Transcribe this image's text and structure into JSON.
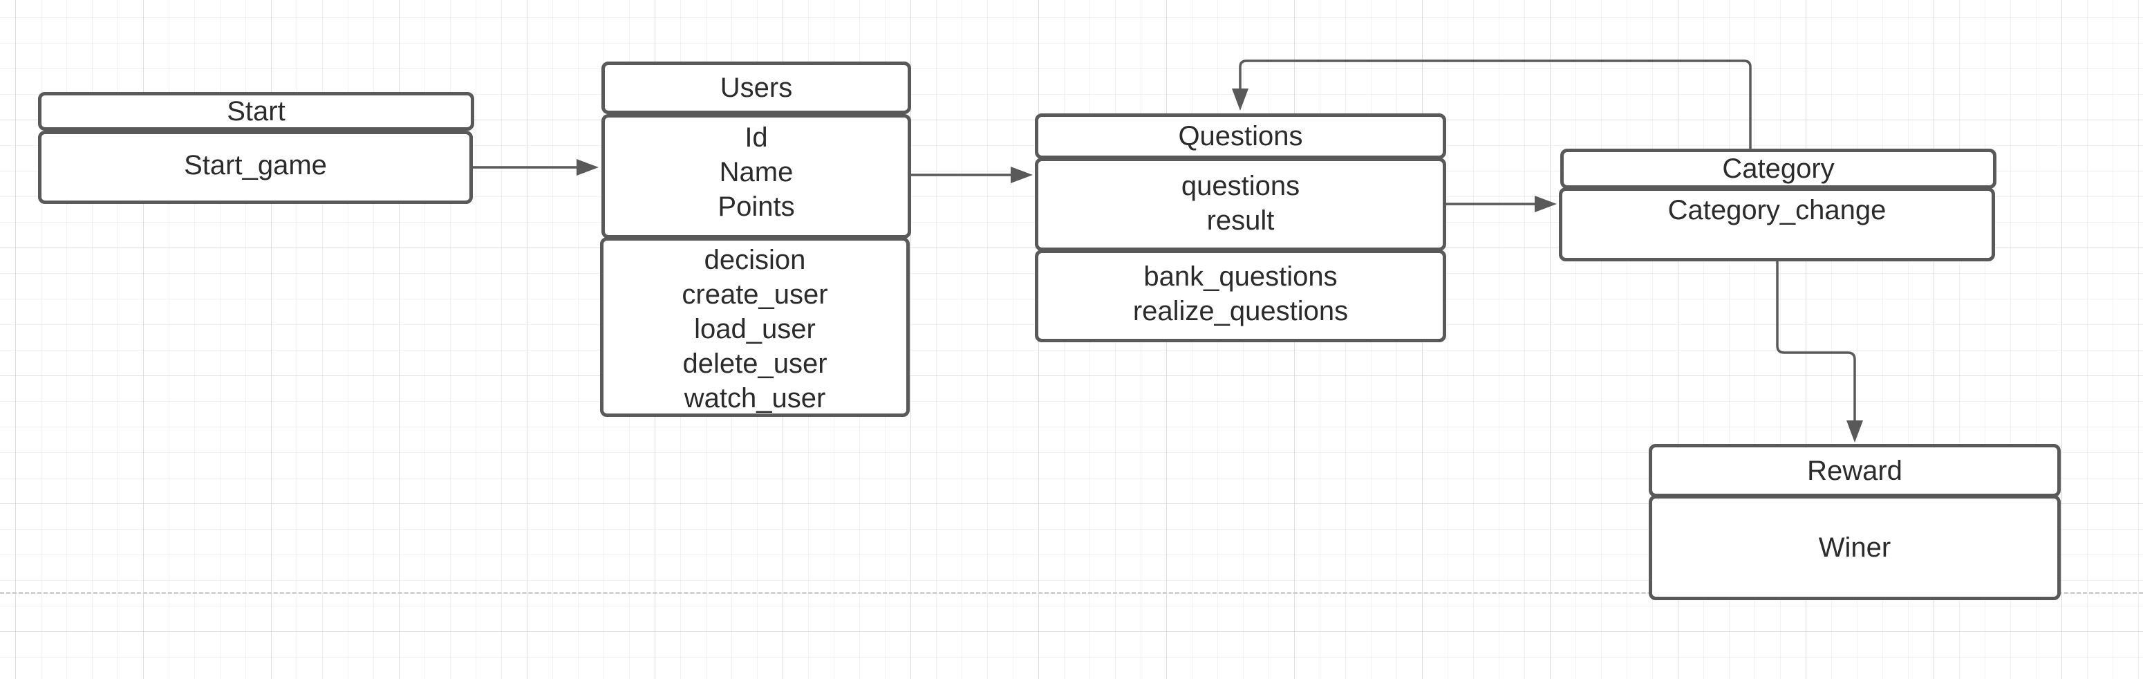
{
  "diagram": {
    "start": {
      "title": "Start",
      "attributes": [
        "Start_game"
      ]
    },
    "users": {
      "title": "Users",
      "attributes": [
        "Id",
        "Name",
        "Points"
      ],
      "methods": [
        "decision",
        "create_user",
        "load_user",
        "delete_user",
        "watch_user"
      ]
    },
    "questions": {
      "title": "Questions",
      "attributes": [
        "questions",
        "result"
      ],
      "methods": [
        "bank_questions",
        "realize_questions"
      ]
    },
    "category": {
      "title": "Category",
      "attributes": [
        "Category_change"
      ]
    },
    "reward": {
      "title": "Reward",
      "attributes": [
        "Winer"
      ]
    }
  },
  "colors": {
    "stroke": "#595959",
    "text": "#2b2b2b",
    "grid": "#cdcdcd",
    "background": "#ffffff"
  }
}
